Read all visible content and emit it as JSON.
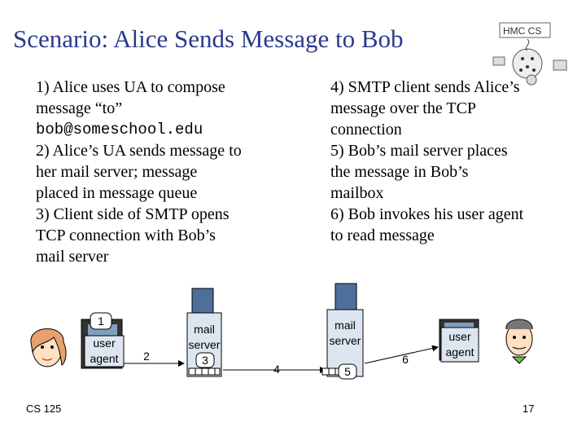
{
  "slide": {
    "title": "Scenario: Alice Sends Message to Bob",
    "footer_left": "CS 125",
    "page_number": "17"
  },
  "steps_left": [
    {
      "lines": [
        "1) Alice uses UA to compose",
        "message “to”",
        "bob@someschool.edu"
      ]
    },
    {
      "lines": [
        "2) Alice’s UA sends message to",
        "her mail server; message",
        "placed in message queue"
      ]
    },
    {
      "lines": [
        "3) Client side of SMTP opens",
        "TCP connection with Bob’s",
        "mail server"
      ]
    }
  ],
  "steps_right": [
    {
      "lines": [
        "4) SMTP client sends Alice’s",
        "message over the TCP",
        "connection"
      ]
    },
    {
      "lines": [
        "5) Bob’s mail server places",
        "the message in Bob’s",
        "mailbox"
      ]
    },
    {
      "lines": [
        "6) Bob invokes his user agent",
        "to read message"
      ]
    }
  ],
  "diagram": {
    "alice_ua": {
      "line1": "user",
      "line2": "agent"
    },
    "alice_server": {
      "line1": "mail",
      "line2": "server"
    },
    "bob_server": {
      "line1": "mail",
      "line2": "server"
    },
    "bob_ua": {
      "line1": "user",
      "line2": "agent"
    },
    "markers": [
      "1",
      "2",
      "3",
      "4",
      "5",
      "6"
    ]
  },
  "colors": {
    "title": "#2b3a8c",
    "server": "#4f6f9a",
    "label_box": "#dde6f0"
  }
}
